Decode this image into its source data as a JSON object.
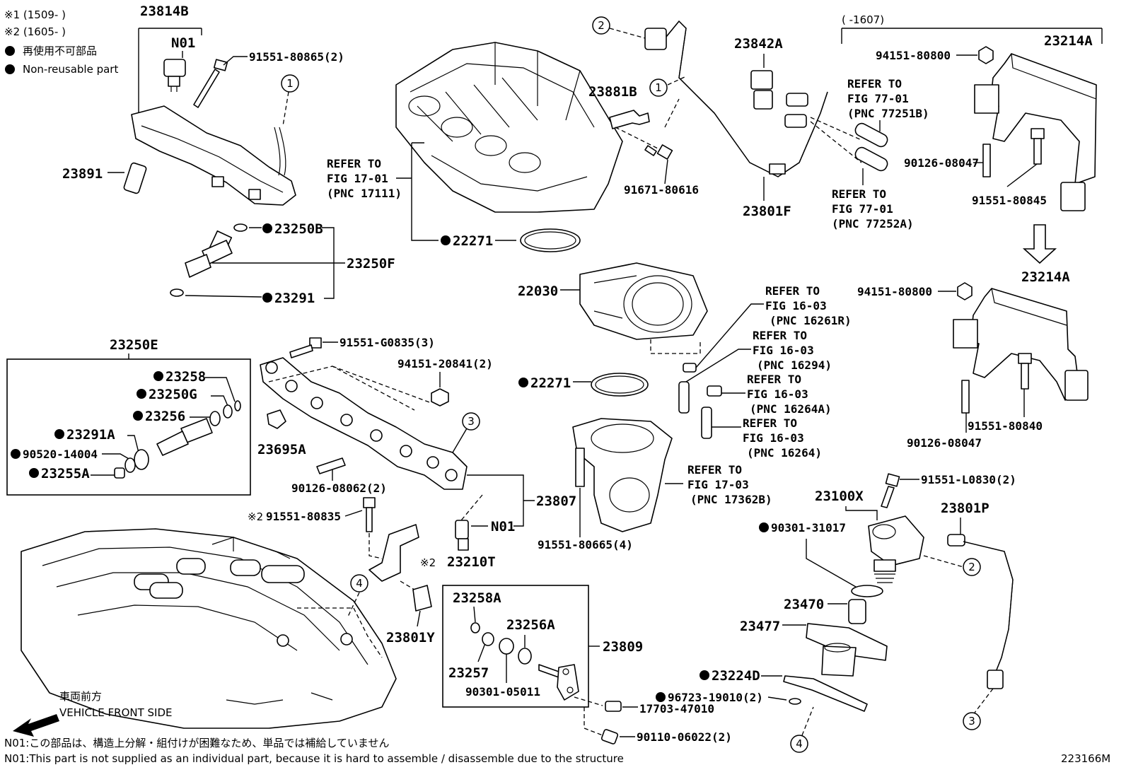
{
  "notes": {
    "note1": "※1 (1509-     )",
    "note2": "※2 (1605-     )",
    "nonreusable_jp": "再使用不可部品",
    "nonreusable_en": "Non-reusable part",
    "range_label": "(     -1607)",
    "front_jp": "車両前方",
    "front_en": "VEHICLE FRONT SIDE",
    "n01_jp": "N01:この部品は、構造上分解・組付けが困難なため、単品では補給していません",
    "n01_en": "N01:This part is not supplied as an individual part, because it is hard to assemble / disassemble due to the structure",
    "figure_id": "223166M"
  },
  "callouts": {
    "c1": "1",
    "c2": "2",
    "c3": "3",
    "c4": "4"
  },
  "labels": {
    "p23814B": "23814B",
    "n01_a": "N01",
    "p9155180865": "91551-80865(2)",
    "p23891": "23891",
    "p23250B": "23250B",
    "p23250F": "23250F",
    "p23291": "23291",
    "p23250E": "23250E",
    "p23258": "23258",
    "p23250G": "23250G",
    "p23256": "23256",
    "p23291A": "23291A",
    "p9052014004": "90520-14004",
    "p23255A": "23255A",
    "p23695A": "23695A",
    "p91551G0835": "91551-G0835(3)",
    "p9415120841": "94151-20841(2)",
    "p9012608062": "90126-08062(2)",
    "p9155180835": "91551-80835",
    "note2_mark": "※2",
    "note2_mark_b": "※2",
    "p23807": "23807",
    "n01_b": "N01",
    "p23210T": "23210T",
    "p23801Y": "23801Y",
    "p23258A": "23258A",
    "p23256A": "23256A",
    "p23809": "23809",
    "p23257": "23257",
    "p9030105011": "90301-05011",
    "p1770347010": "17703-47010",
    "p9011006022": "90110-06022(2)",
    "p22271_a": "22271",
    "p22271_b": "22271",
    "p22030": "22030",
    "p9155180665": "91551-80665(4)",
    "p23881B": "23881B",
    "p9167180616": "91671-80616",
    "p23842A": "23842A",
    "p23801F": "23801F",
    "p9415180800_a": "94151-80800",
    "p23214A_a": "23214A",
    "p9012608047_a": "90126-08047",
    "p9155180845": "91551-80845",
    "p9415180800_b": "94151-80800",
    "p23214A_b": "23214A",
    "p9155180840": "91551-80840",
    "p9012608047_b": "90126-08047",
    "p91551L0830": "91551-L0830(2)",
    "p23100X": "23100X",
    "p23801P": "23801P",
    "p9030131017": "90301-31017",
    "p23470": "23470",
    "p23477": "23477",
    "p23224D": "23224D",
    "p9672319010": "96723-19010(2)"
  },
  "refs": {
    "r1701_a": "REFER TO",
    "r1701_b": "FIG 17-01",
    "r1701_c": "(PNC 17111)",
    "r7701a_a": "REFER TO",
    "r7701a_b": "FIG 77-01",
    "r7701a_c": "(PNC 77251B)",
    "r7701b_a": "REFER TO",
    "r7701b_b": "FIG 77-01",
    "r7701b_c": "(PNC 77252A)",
    "r1603a_a": "REFER TO",
    "r1603a_b": "FIG 16-03",
    "r1603a_c": "(PNC 16261R)",
    "r1603b_a": "REFER TO",
    "r1603b_b": "FIG 16-03",
    "r1603b_c": "(PNC 16294)",
    "r1603c_a": "REFER TO",
    "r1603c_b": "FIG 16-03",
    "r1603c_c": "(PNC 16264A)",
    "r1603d_a": "REFER TO",
    "r1603d_b": "FIG 16-03",
    "r1603d_c": "(PNC 16264)",
    "r1703_a": "REFER TO",
    "r1703_b": "FIG 17-03",
    "r1703_c": "(PNC 17362B)"
  }
}
